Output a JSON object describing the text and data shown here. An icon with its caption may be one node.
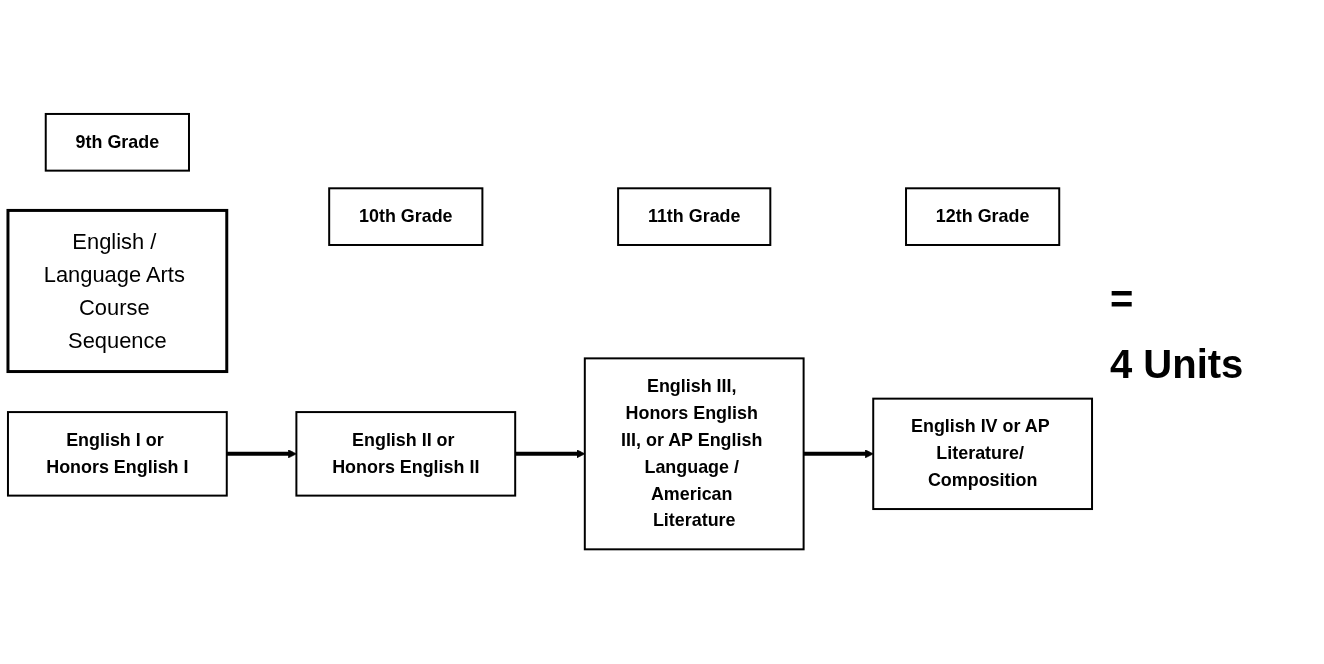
{
  "diagram": {
    "nodes": [
      {
        "text": [
          "English / Language Arts Course Sequence"
        ]
      },
      {
        "text": [
          "9th Grade"
        ]
      },
      {
        "text": [
          "10th Grade"
        ]
      },
      {
        "text": [
          "11th Grade"
        ]
      },
      {
        "text": [
          "12th Grade"
        ]
      },
      {
        "text": [
          "English I or Honors English I"
        ]
      },
      {
        "text": [
          "English II or Honors English II"
        ]
      },
      {
        "text": [
          "English III, Honors English III, or AP English Language / American Literature"
        ]
      },
      {
        "text": [
          "English IV or AP Literature/ Composition"
        ]
      }
    ],
    "edges": [
      {
        "from": 5,
        "to": 6,
        "arrow": "to"
      },
      {
        "from": 6,
        "to": 7,
        "arrow": "to"
      },
      {
        "from": 7,
        "to": 8,
        "arrow": "to"
      }
    ],
    "labels": [
      "=",
      "4 Units"
    ]
  }
}
